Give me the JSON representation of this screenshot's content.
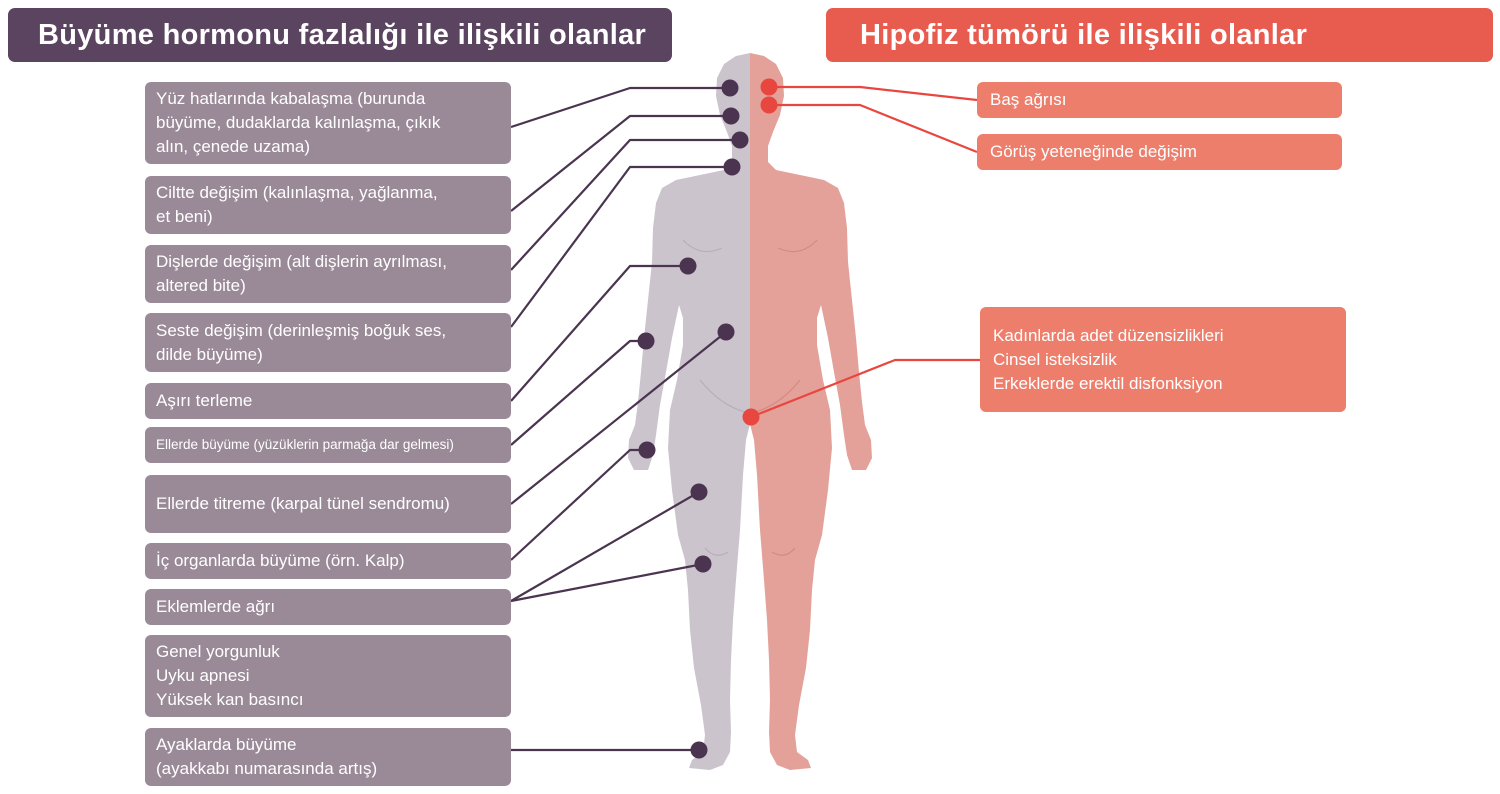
{
  "headers": {
    "left": "Büyüme hormonu fazlalığı ile ilişkili olanlar",
    "right": "Hipofiz tümörü ile ilişkili olanlar"
  },
  "left_items": [
    {
      "id": "yuz",
      "lines": [
        "Yüz hatlarında kabalaşma (burunda",
        "büyüme, dudaklarda kalınlaşma, çıkık",
        "alın, çenede uzama)"
      ]
    },
    {
      "id": "cilt",
      "lines": [
        "Ciltte değişim (kalınlaşma, yağlanma,",
        "et beni)"
      ]
    },
    {
      "id": "dis",
      "lines": [
        "Dişlerde değişim (alt dişlerin ayrılması,",
        "altered bite)"
      ]
    },
    {
      "id": "ses",
      "lines": [
        "Seste değişim (derinleşmiş boğuk ses,",
        "dilde büyüme)"
      ]
    },
    {
      "id": "terleme",
      "lines": [
        "Aşırı terleme"
      ]
    },
    {
      "id": "eller-buyume",
      "lines": [
        "Ellerde büyüme (yüzüklerin parmağa dar gelmesi)"
      ]
    },
    {
      "id": "eller-titreme",
      "lines": [
        "Ellerde titreme (karpal tünel sendromu)"
      ]
    },
    {
      "id": "ic-organ",
      "lines": [
        "İç organlarda büyüme (örn. Kalp)"
      ]
    },
    {
      "id": "eklem",
      "lines": [
        "Eklemlerde ağrı"
      ]
    },
    {
      "id": "genel",
      "lines": [
        "Genel yorgunluk",
        "Uyku apnesi",
        "Yüksek kan basıncı"
      ]
    },
    {
      "id": "ayak",
      "lines": [
        "Ayaklarda büyüme",
        "(ayakkabı numarasında artış)"
      ]
    }
  ],
  "right_items": [
    {
      "id": "bas",
      "lines": [
        "Baş ağrısı"
      ]
    },
    {
      "id": "gorus",
      "lines": [
        "Görüş yeteneğinde değişim"
      ]
    },
    {
      "id": "ureme",
      "lines": [
        "Kadınlarda adet düzensizlikleri",
        "Cinsel isteksizlik",
        "Erkeklerde erektil disfonksiyon"
      ]
    }
  ],
  "colors": {
    "left_header": "#5a4460",
    "right_header": "#e85b4f",
    "left_box": "#9a8a98",
    "right_box": "#ee7e6c",
    "left_body": "#cbc4cd",
    "right_body": "#e4a199",
    "left_marker": "#4a3450",
    "right_marker": "#e8473f"
  }
}
